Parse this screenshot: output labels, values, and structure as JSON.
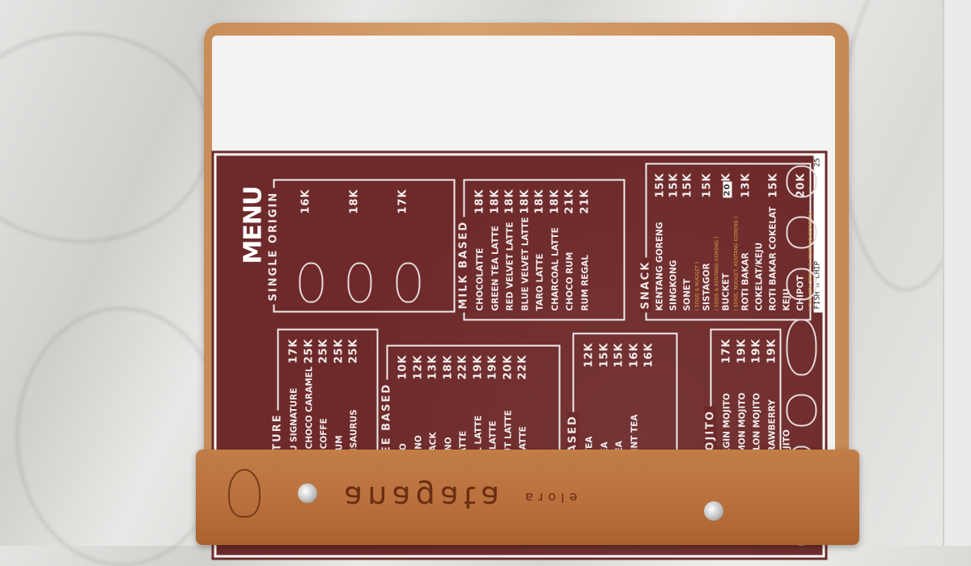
{
  "brand": {
    "name": "anagata",
    "sub": "elora"
  },
  "menu": {
    "title": "MENU",
    "single_origin": {
      "label": "SINGLE ORIGIN",
      "prices": [
        "16K",
        "18K",
        "17K"
      ]
    },
    "signature": {
      "label": "SIGNATURE",
      "items": [
        {
          "name": "Kopi Susu Signature",
          "price": "17K"
        },
        {
          "name": "Anagata Choco Caramel",
          "price": "25K"
        },
        {
          "name": "Anagata Coffe",
          "price": "25K"
        },
        {
          "name": "Coffee Rum",
          "price": "25K"
        },
        {
          "name": "Milo Lurisaurus",
          "price": "25K"
        }
      ]
    },
    "coffee_based": {
      "label": "COFFEE BASED",
      "items": [
        {
          "name": "Espresso",
          "price": "10K"
        },
        {
          "name": "Americano",
          "price": "12K"
        },
        {
          "name": "Long Black",
          "price": "13K"
        },
        {
          "name": "Cappucino",
          "price": "18K"
        },
        {
          "name": "Caffe Latte",
          "price": "22K"
        },
        {
          "name": "Caramel Latte",
          "price": "19K"
        },
        {
          "name": "Vanilla Latte",
          "price": "19K"
        },
        {
          "name": "Hazelnut Latte",
          "price": "20K"
        },
        {
          "name": "Mocca Latte",
          "price": "22K"
        }
      ]
    },
    "milk_based": {
      "label": "MILK BASED",
      "items": [
        {
          "name": "Chocolatte",
          "price": "18K"
        },
        {
          "name": "Green Tea Latte",
          "price": "18K"
        },
        {
          "name": "Red Velvet Latte",
          "price": "18K"
        },
        {
          "name": "Blue Velvet Latte",
          "price": "18K"
        },
        {
          "name": "Taro Latte",
          "price": "18K"
        },
        {
          "name": "Charcoal Latte",
          "price": "18K"
        },
        {
          "name": "Choco Rum",
          "price": "21K"
        },
        {
          "name": "Rum Regal",
          "price": "21K"
        }
      ]
    },
    "tea_based": {
      "label": "TEA BASED",
      "items": [
        {
          "name": "Classic Tea",
          "price": "12K"
        },
        {
          "name": "Lemon Tea",
          "price": "15K"
        },
        {
          "name": "Lychee Tea",
          "price": "15K"
        },
        {
          "name": "Peppermint Tea",
          "price": "16K"
        },
        {
          "name": "Milk Tea",
          "price": "16K"
        }
      ]
    },
    "mojito": {
      "label": "MOJITO",
      "items": [
        {
          "name": "Virgin Mojito",
          "price": "17K"
        },
        {
          "name": "Lemon Mojito",
          "price": "19K"
        },
        {
          "name": "Melon Mojito",
          "price": "19K"
        },
        {
          "name": "Strawberry Mojito",
          "price": "19K"
        }
      ]
    },
    "snack": {
      "label": "SNACK",
      "items": [
        {
          "name": "Kentang Goreng",
          "note": "",
          "price": "15K"
        },
        {
          "name": "Singkong",
          "note": "",
          "price": "15K"
        },
        {
          "name": "Sonet",
          "note": "( sosis & nugget )",
          "price": "15K"
        },
        {
          "name": "Sistagor",
          "note": "( sosis & kentang goreng )",
          "price": "15K"
        },
        {
          "name": "Bucket",
          "note": "( sosis, nugget, kentang goreng )",
          "price": "20",
          "price_suffix": "K"
        },
        {
          "name": "Roti Bakar Cokelat/Keju",
          "note": "",
          "price": "13K"
        },
        {
          "name": "Roti Bakar Cokelat Keju",
          "note": "",
          "price": "15K"
        },
        {
          "name": "Chipot",
          "note": "( chicken crispy & kentang goreng )",
          "price": "20K"
        }
      ],
      "handwritten": {
        "name": "FISH n CHIP",
        "price": "25"
      }
    }
  }
}
